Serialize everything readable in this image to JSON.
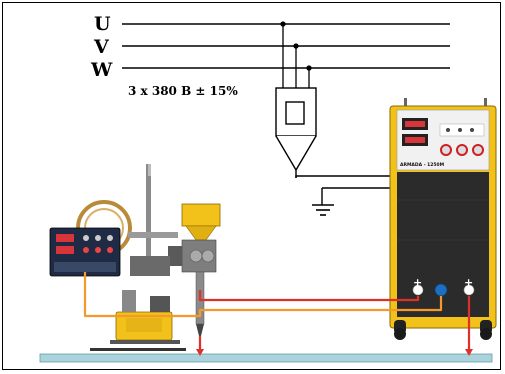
{
  "diagram": {
    "phases": [
      "U",
      "V",
      "W"
    ],
    "supply_spec": "3 x 380 B ± 15%",
    "power_source_model": "ARMADA - 1250M",
    "polarity_plus": "+",
    "colors": {
      "mains": "#000000",
      "cable_red": "#e0302a",
      "cable_orange": "#f39a2a",
      "housing_yellow": "#f2c21a",
      "panel_dark": "#2b2b2b",
      "workpiece": "#a9d4dc"
    },
    "icons": [
      "ground-symbol-icon",
      "current-transformer-icon"
    ]
  }
}
